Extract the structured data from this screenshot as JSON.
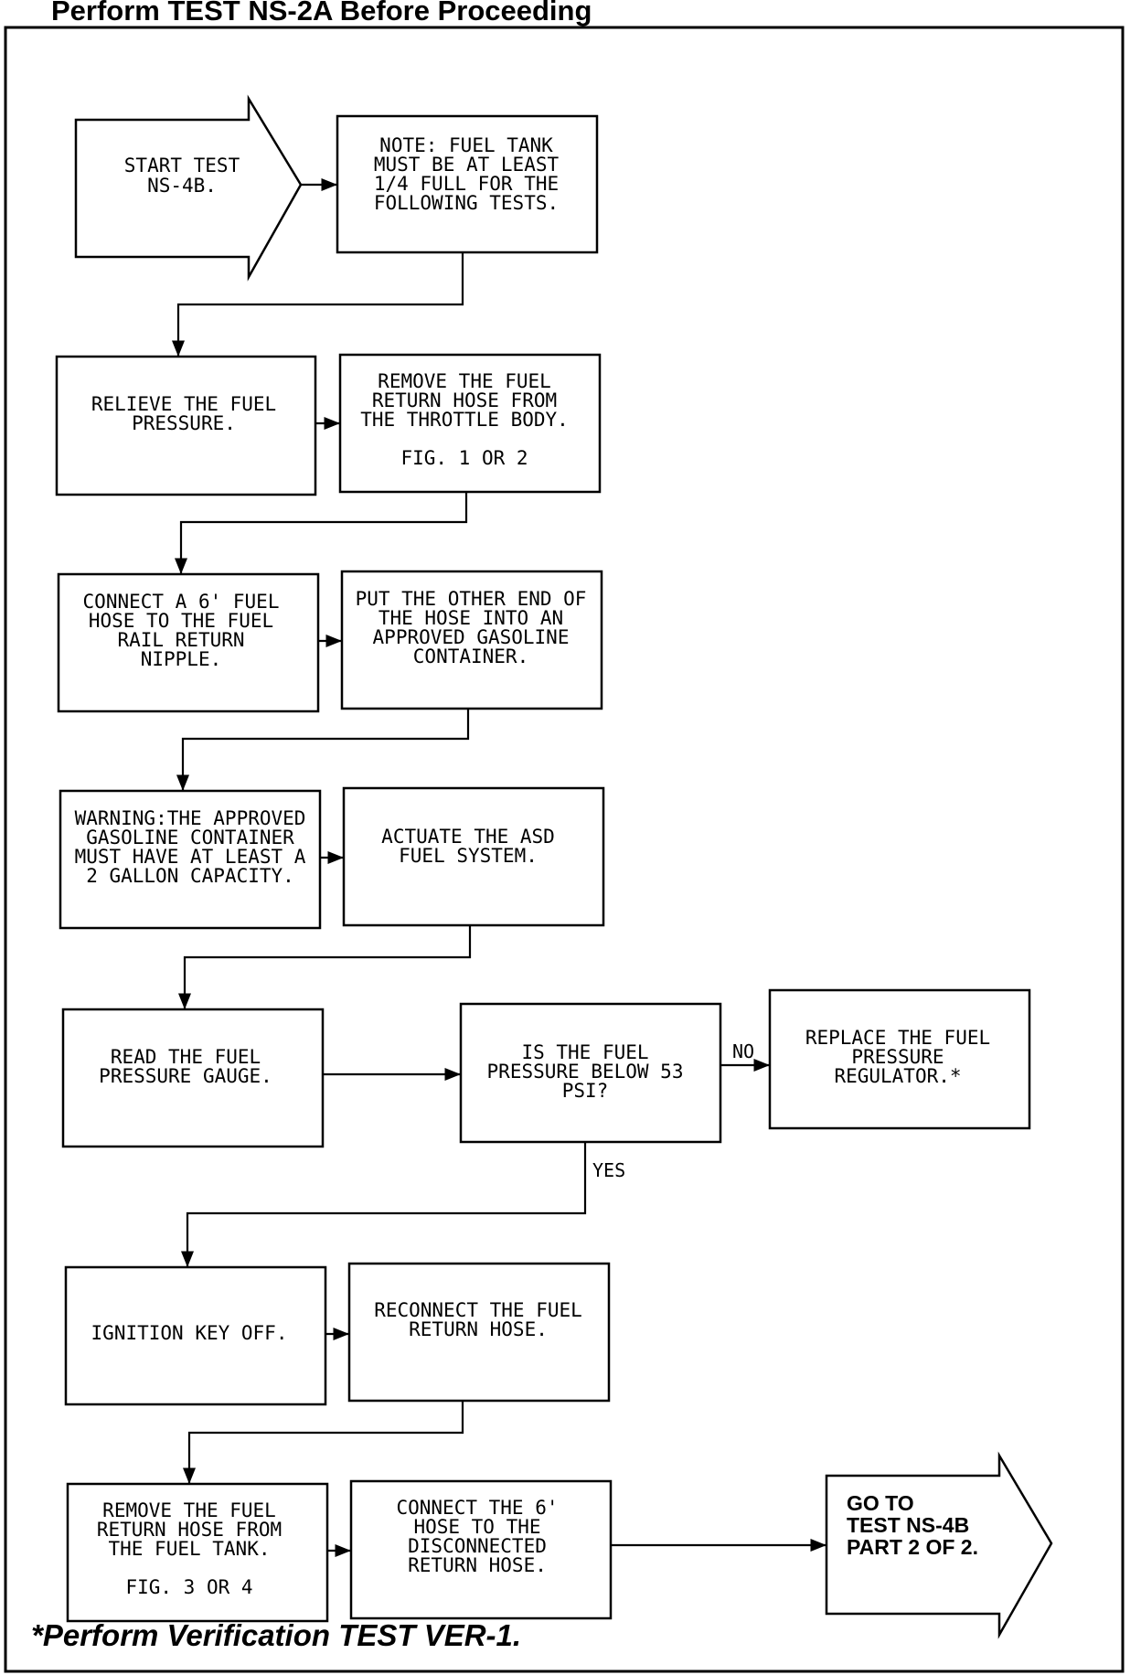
{
  "header": {
    "title": "Perform TEST NS-2A Before Proceeding"
  },
  "footer": {
    "note": "*Perform Verification TEST VER-1."
  },
  "nodes": {
    "start": [
      "START TEST",
      "NS-4B."
    ],
    "note": [
      "NOTE: FUEL TANK",
      "MUST BE AT LEAST",
      "1/4 FULL FOR THE",
      "FOLLOWING TESTS."
    ],
    "relieve": [
      "RELIEVE THE FUEL",
      "PRESSURE."
    ],
    "remove_return": [
      "REMOVE THE FUEL",
      "RETURN HOSE FROM",
      "THE THROTTLE BODY.",
      "",
      "FIG. 1 OR 2"
    ],
    "connect_hose": [
      "CONNECT A 6' FUEL",
      "HOSE TO THE FUEL",
      "RAIL RETURN",
      "NIPPLE."
    ],
    "put_end": [
      "PUT THE OTHER END OF",
      "THE HOSE INTO AN",
      "APPROVED GASOLINE",
      "CONTAINER."
    ],
    "warning": [
      "WARNING:THE APPROVED",
      "GASOLINE CONTAINER",
      "MUST HAVE AT LEAST A",
      "2 GALLON CAPACITY."
    ],
    "actuate": [
      "ACTUATE THE ASD",
      "FUEL SYSTEM."
    ],
    "read_gauge": [
      "READ THE FUEL",
      "PRESSURE GAUGE."
    ],
    "decision": [
      "IS THE FUEL",
      "PRESSURE BELOW 53",
      "PSI?"
    ],
    "replace": [
      "REPLACE THE FUEL",
      "PRESSURE",
      "REGULATOR.*"
    ],
    "ignition": [
      "IGNITION KEY OFF."
    ],
    "reconnect": [
      "RECONNECT THE FUEL",
      "RETURN HOSE."
    ],
    "remove_tank": [
      "REMOVE THE FUEL",
      "RETURN HOSE FROM",
      "THE FUEL TANK.",
      "",
      "FIG. 3 OR 4"
    ],
    "connect_6": [
      "CONNECT THE 6'",
      "HOSE TO THE",
      "DISCONNECTED",
      "RETURN HOSE."
    ],
    "goto": [
      "GO TO",
      "TEST NS-4B",
      "PART 2 OF 2."
    ]
  },
  "edge_labels": {
    "no": "NO",
    "yes": "YES"
  }
}
